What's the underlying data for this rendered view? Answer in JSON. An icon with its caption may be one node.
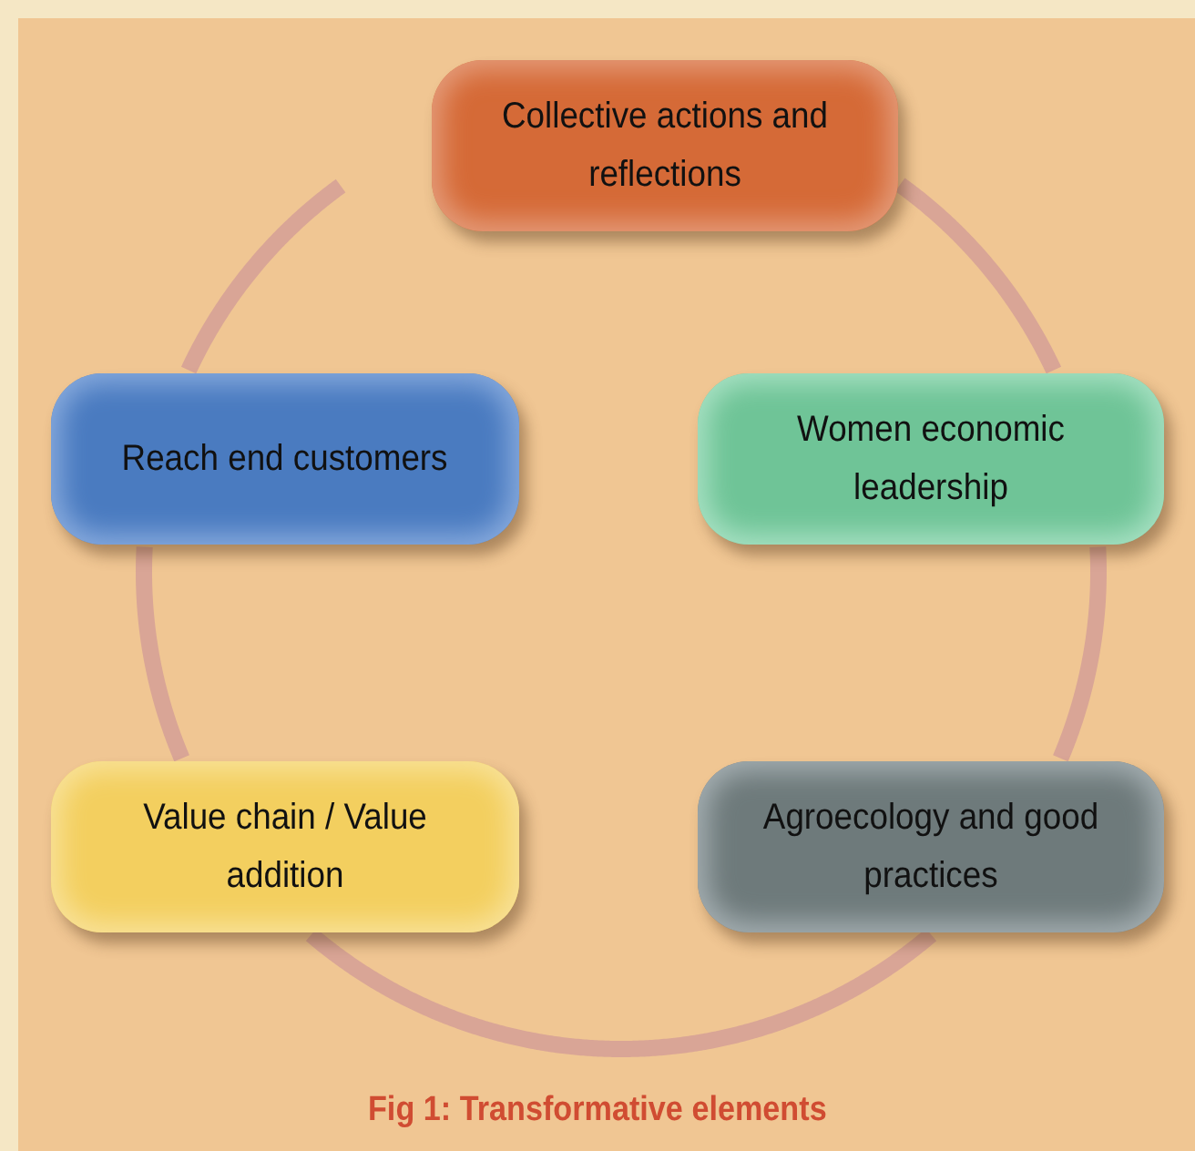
{
  "diagram": {
    "caption": "Fig 1: Transformative elements",
    "nodes": [
      {
        "text": [
          "Collective actions and reflections"
        ]
      },
      {
        "text": [
          "Women economic leadership"
        ]
      },
      {
        "text": [
          "Agroecology and good practices"
        ]
      },
      {
        "text": [
          "Value chain / Value addition"
        ]
      },
      {
        "text": [
          "Reach end customers"
        ]
      }
    ],
    "edges": [
      {
        "from": 0,
        "to": 1,
        "arrow": "none"
      },
      {
        "from": 1,
        "to": 2,
        "arrow": "none"
      },
      {
        "from": 2,
        "to": 3,
        "arrow": "none"
      },
      {
        "from": 3,
        "to": 4,
        "arrow": "none"
      },
      {
        "from": 4,
        "to": null,
        "arrow": "none"
      }
    ]
  }
}
